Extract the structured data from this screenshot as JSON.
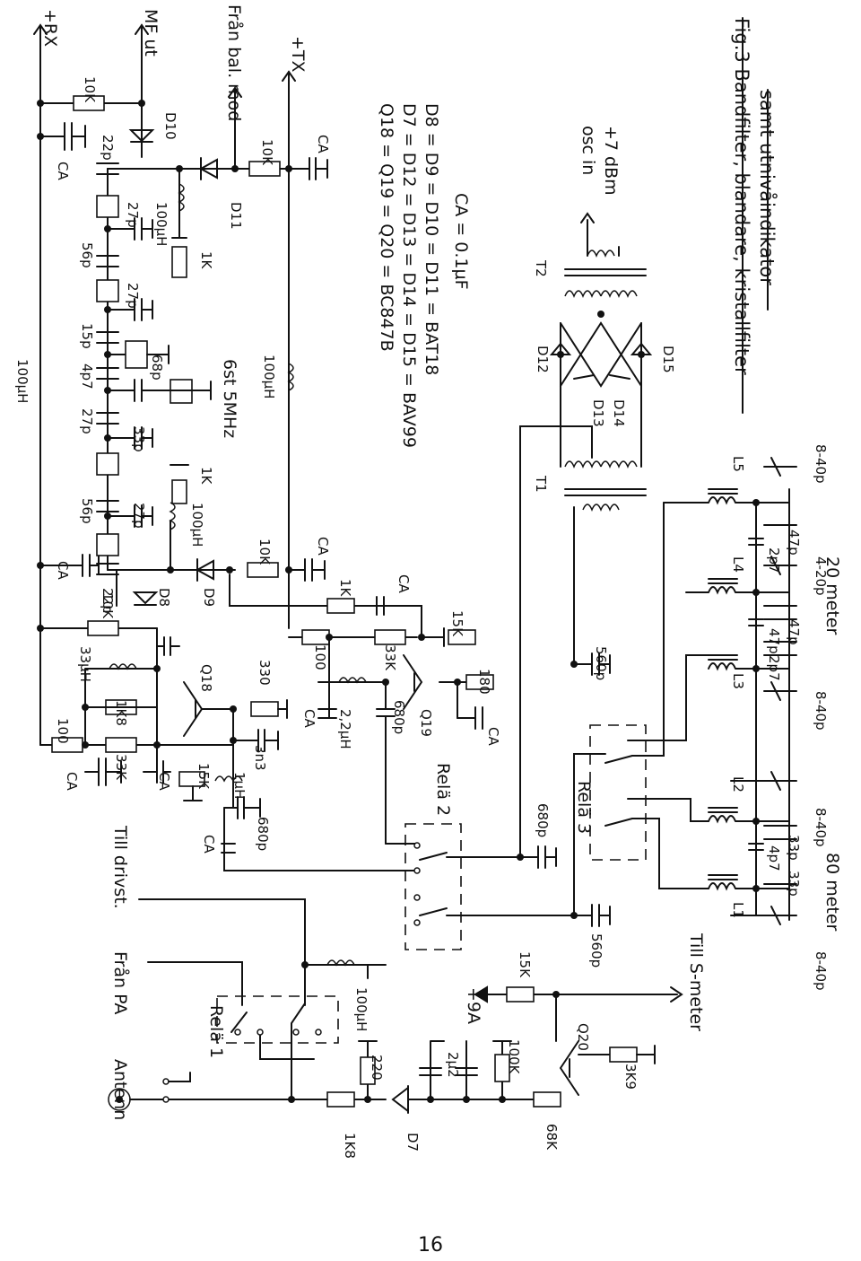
{
  "figure": {
    "caption_line1": "Fig.3 Bandfilter, blandare, kristallfilter",
    "caption_line2": "samt utnivåindikator",
    "crystal_note": "6st 5MHz",
    "legend": [
      "Q18 = Q19 = Q20 = BC847B",
      "D7 = D12 = D13 = D14 = D15 = BAV99",
      "D8 = D9 = D10 = D11 = BAT18",
      "CA = 0.1µF"
    ]
  },
  "terminals": {
    "rx": "+RX",
    "tx": "+TX",
    "mf_out": "MF ut",
    "bal_mod": "Från bal. mod",
    "osc_in": "osc in",
    "osc_level": "+7 dBm",
    "antenna": "Antenn",
    "from_pa": "Från PA",
    "to_drive": "Till drivst.",
    "to_smeter": "Till S-meter",
    "plus9a": "+9A"
  },
  "relays": {
    "rel1": "Relä 1",
    "rel2": "Relä 2",
    "rel3": "Relä 3"
  },
  "bands": {
    "m80": "80 meter",
    "m20": "20 meter"
  },
  "labels": {
    "top": [
      {
        "id": "l100uH_rx",
        "t": "100µH"
      },
      {
        "id": "l10K_top",
        "t": "10K"
      },
      {
        "id": "l22p_a",
        "t": "22p"
      },
      {
        "id": "l56p_a",
        "t": "56p"
      },
      {
        "id": "l15p",
        "t": "15p"
      },
      {
        "id": "l4p7",
        "t": "4p7"
      },
      {
        "id": "l27p_a",
        "t": "27p"
      },
      {
        "id": "l56p_b",
        "t": "56p"
      },
      {
        "id": "l33uH",
        "t": "33µH"
      },
      {
        "id": "l100_a",
        "t": "100"
      },
      {
        "id": "lCA_1",
        "t": "CA"
      },
      {
        "id": "lCA_2",
        "t": "CA"
      },
      {
        "id": "lCA_3",
        "t": "CA"
      },
      {
        "id": "lCA_4",
        "t": "CA"
      },
      {
        "id": "lCA_5",
        "t": "CA"
      },
      {
        "id": "lCA_6",
        "t": "CA"
      },
      {
        "id": "lCA_7",
        "t": "CA"
      },
      {
        "id": "lCA_8",
        "t": "CA"
      },
      {
        "id": "lCA_9",
        "t": "CA"
      },
      {
        "id": "lCA_10",
        "t": "CA"
      },
      {
        "id": "l27p_b",
        "t": "27p"
      },
      {
        "id": "l27p_c",
        "t": "27p"
      },
      {
        "id": "l68p",
        "t": "68p"
      },
      {
        "id": "l33p",
        "t": "33p"
      },
      {
        "id": "l27p_d",
        "t": "27p"
      },
      {
        "id": "l22p_b",
        "t": "22p"
      },
      {
        "id": "l10K_b",
        "t": "10K"
      },
      {
        "id": "l1K8",
        "t": "1K8"
      },
      {
        "id": "l33K_a",
        "t": "33K"
      },
      {
        "id": "l15K_a",
        "t": "15K"
      },
      {
        "id": "l1uH",
        "t": "1µH"
      },
      {
        "id": "lD10",
        "t": "D10"
      },
      {
        "id": "l100uH_a",
        "t": "100µH"
      },
      {
        "id": "l1K_a",
        "t": "1K"
      },
      {
        "id": "lD11",
        "t": "D11"
      },
      {
        "id": "l100uH_b",
        "t": "100µH"
      },
      {
        "id": "l1K_b",
        "t": "1K"
      },
      {
        "id": "lD8",
        "t": "D8"
      },
      {
        "id": "lD9",
        "t": "D9"
      },
      {
        "id": "lQ18",
        "t": "Q18"
      },
      {
        "id": "l330",
        "t": "330"
      },
      {
        "id": "l3n3",
        "t": "3n3"
      },
      {
        "id": "l680p_a",
        "t": "680p"
      },
      {
        "id": "l10K_c",
        "t": "10K"
      },
      {
        "id": "l10K_d",
        "t": "10K"
      },
      {
        "id": "l100uH_tx",
        "t": "100µH"
      },
      {
        "id": "l1K_c",
        "t": "1K"
      },
      {
        "id": "l100_b",
        "t": "100"
      },
      {
        "id": "l33K_b",
        "t": "33K"
      },
      {
        "id": "l2u2H",
        "t": "2,2µH"
      },
      {
        "id": "l680p_b",
        "t": "680p"
      },
      {
        "id": "lQ19",
        "t": "Q19"
      },
      {
        "id": "l15K_b",
        "t": "15K"
      },
      {
        "id": "l180",
        "t": "180"
      }
    ],
    "bottom": [
      {
        "id": "l1K8_b",
        "t": "1K8"
      },
      {
        "id": "lD7",
        "t": "D7"
      },
      {
        "id": "l220",
        "t": "220"
      },
      {
        "id": "l100uH_c",
        "t": "100µH"
      },
      {
        "id": "l2u2",
        "t": "2µ2"
      },
      {
        "id": "l100K",
        "t": "100K"
      },
      {
        "id": "l68K",
        "t": "68K"
      },
      {
        "id": "lQ20",
        "t": "Q20"
      },
      {
        "id": "l3K9",
        "t": "3K9"
      },
      {
        "id": "l15K_c",
        "t": "15K"
      },
      {
        "id": "l560p_a",
        "t": "560p"
      },
      {
        "id": "l680p_c",
        "t": "680p"
      },
      {
        "id": "l560p_b",
        "t": "560p"
      },
      {
        "id": "lT1",
        "t": "T1"
      },
      {
        "id": "lT2",
        "t": "T2"
      },
      {
        "id": "lD12",
        "t": "D12"
      },
      {
        "id": "lD13",
        "t": "D13"
      },
      {
        "id": "lD14",
        "t": "D14"
      },
      {
        "id": "lD15",
        "t": "D15"
      },
      {
        "id": "lL1",
        "t": "L1"
      },
      {
        "id": "lL2",
        "t": "L2"
      },
      {
        "id": "lL3",
        "t": "L3"
      },
      {
        "id": "lL4",
        "t": "L4"
      },
      {
        "id": "lL5",
        "t": "L5"
      },
      {
        "id": "l8_40_a",
        "t": "8-40p"
      },
      {
        "id": "l8_40_b",
        "t": "8-40p"
      },
      {
        "id": "l8_40_c",
        "t": "8-40p"
      },
      {
        "id": "l8_40_d",
        "t": "8-40p"
      },
      {
        "id": "l4_20",
        "t": "4-20p"
      },
      {
        "id": "l4p7_b",
        "t": "4p7"
      },
      {
        "id": "l33p_b",
        "t": "33p"
      },
      {
        "id": "l33p_c",
        "t": "33p"
      },
      {
        "id": "l2p7_a",
        "t": "2p7"
      },
      {
        "id": "l47p_a",
        "t": "47p"
      },
      {
        "id": "l47p_b",
        "t": "47p"
      },
      {
        "id": "l2p7_b",
        "t": "2p7"
      },
      {
        "id": "l47p_c",
        "t": "47p"
      }
    ]
  },
  "page_number": "16"
}
